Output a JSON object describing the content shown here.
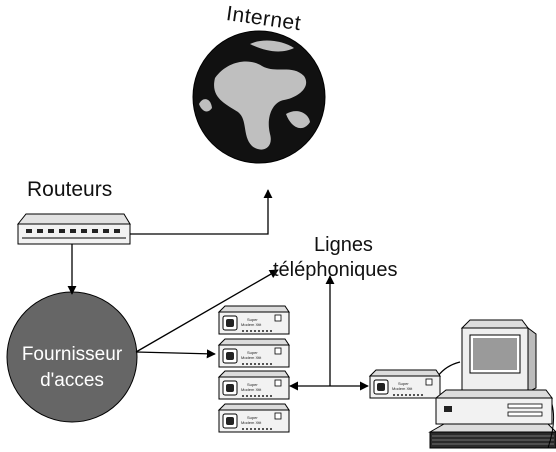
{
  "labels": {
    "internet": "Internet",
    "routers": "Routeurs",
    "phone_lines_line1": "Lignes",
    "phone_lines_line2": "téléphoniques",
    "provider_line1": "Fournisseur",
    "provider_line2": "d'acces"
  },
  "modem": {
    "brand_line1": "Super",
    "brand_line2": "Modem Xtit"
  },
  "colors": {
    "globe_ocean": "#111111",
    "globe_land": "#bfbfbf",
    "provider_circle": "#666666",
    "device_body": "#f0f0f0"
  },
  "icons": [
    "globe-icon",
    "router-icon",
    "modem-icon",
    "desktop-computer-icon"
  ]
}
